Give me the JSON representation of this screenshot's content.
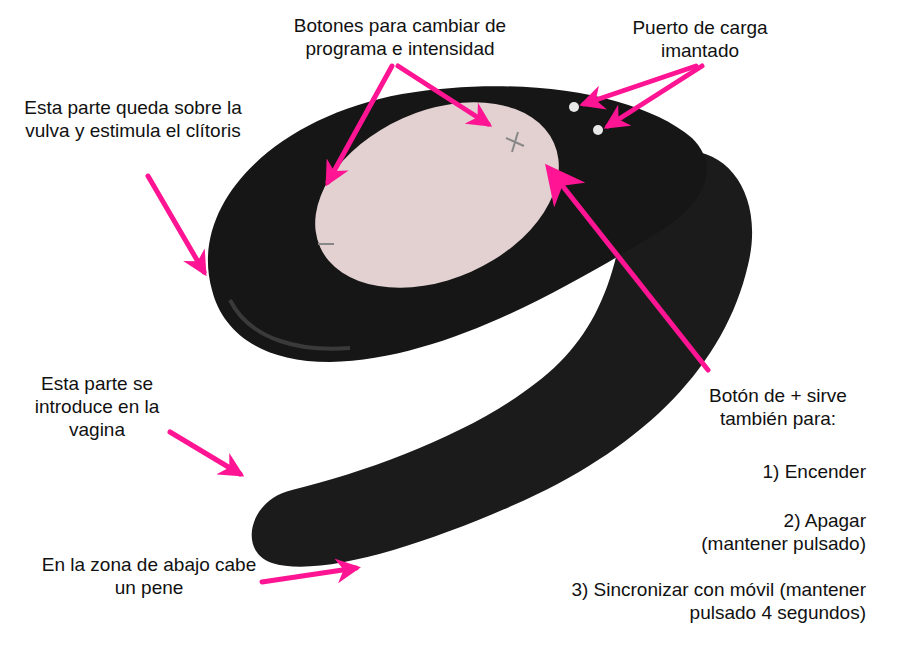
{
  "diagram": {
    "labels": [
      "Botones para cambiar de programa e intensidad",
      "Puerto de carga imantado",
      "Esta parte queda sobre la vulva y estimula el clítoris",
      "Esta parte se introduce en la vagina",
      "En la zona de abajo cabe un pene",
      "Botón de + sirve también para:",
      "1) Encender",
      "2) Apagar (mantener pulsado)",
      "3) Sincronizar con móvil (mantener pulsado 4 segundos)"
    ]
  }
}
